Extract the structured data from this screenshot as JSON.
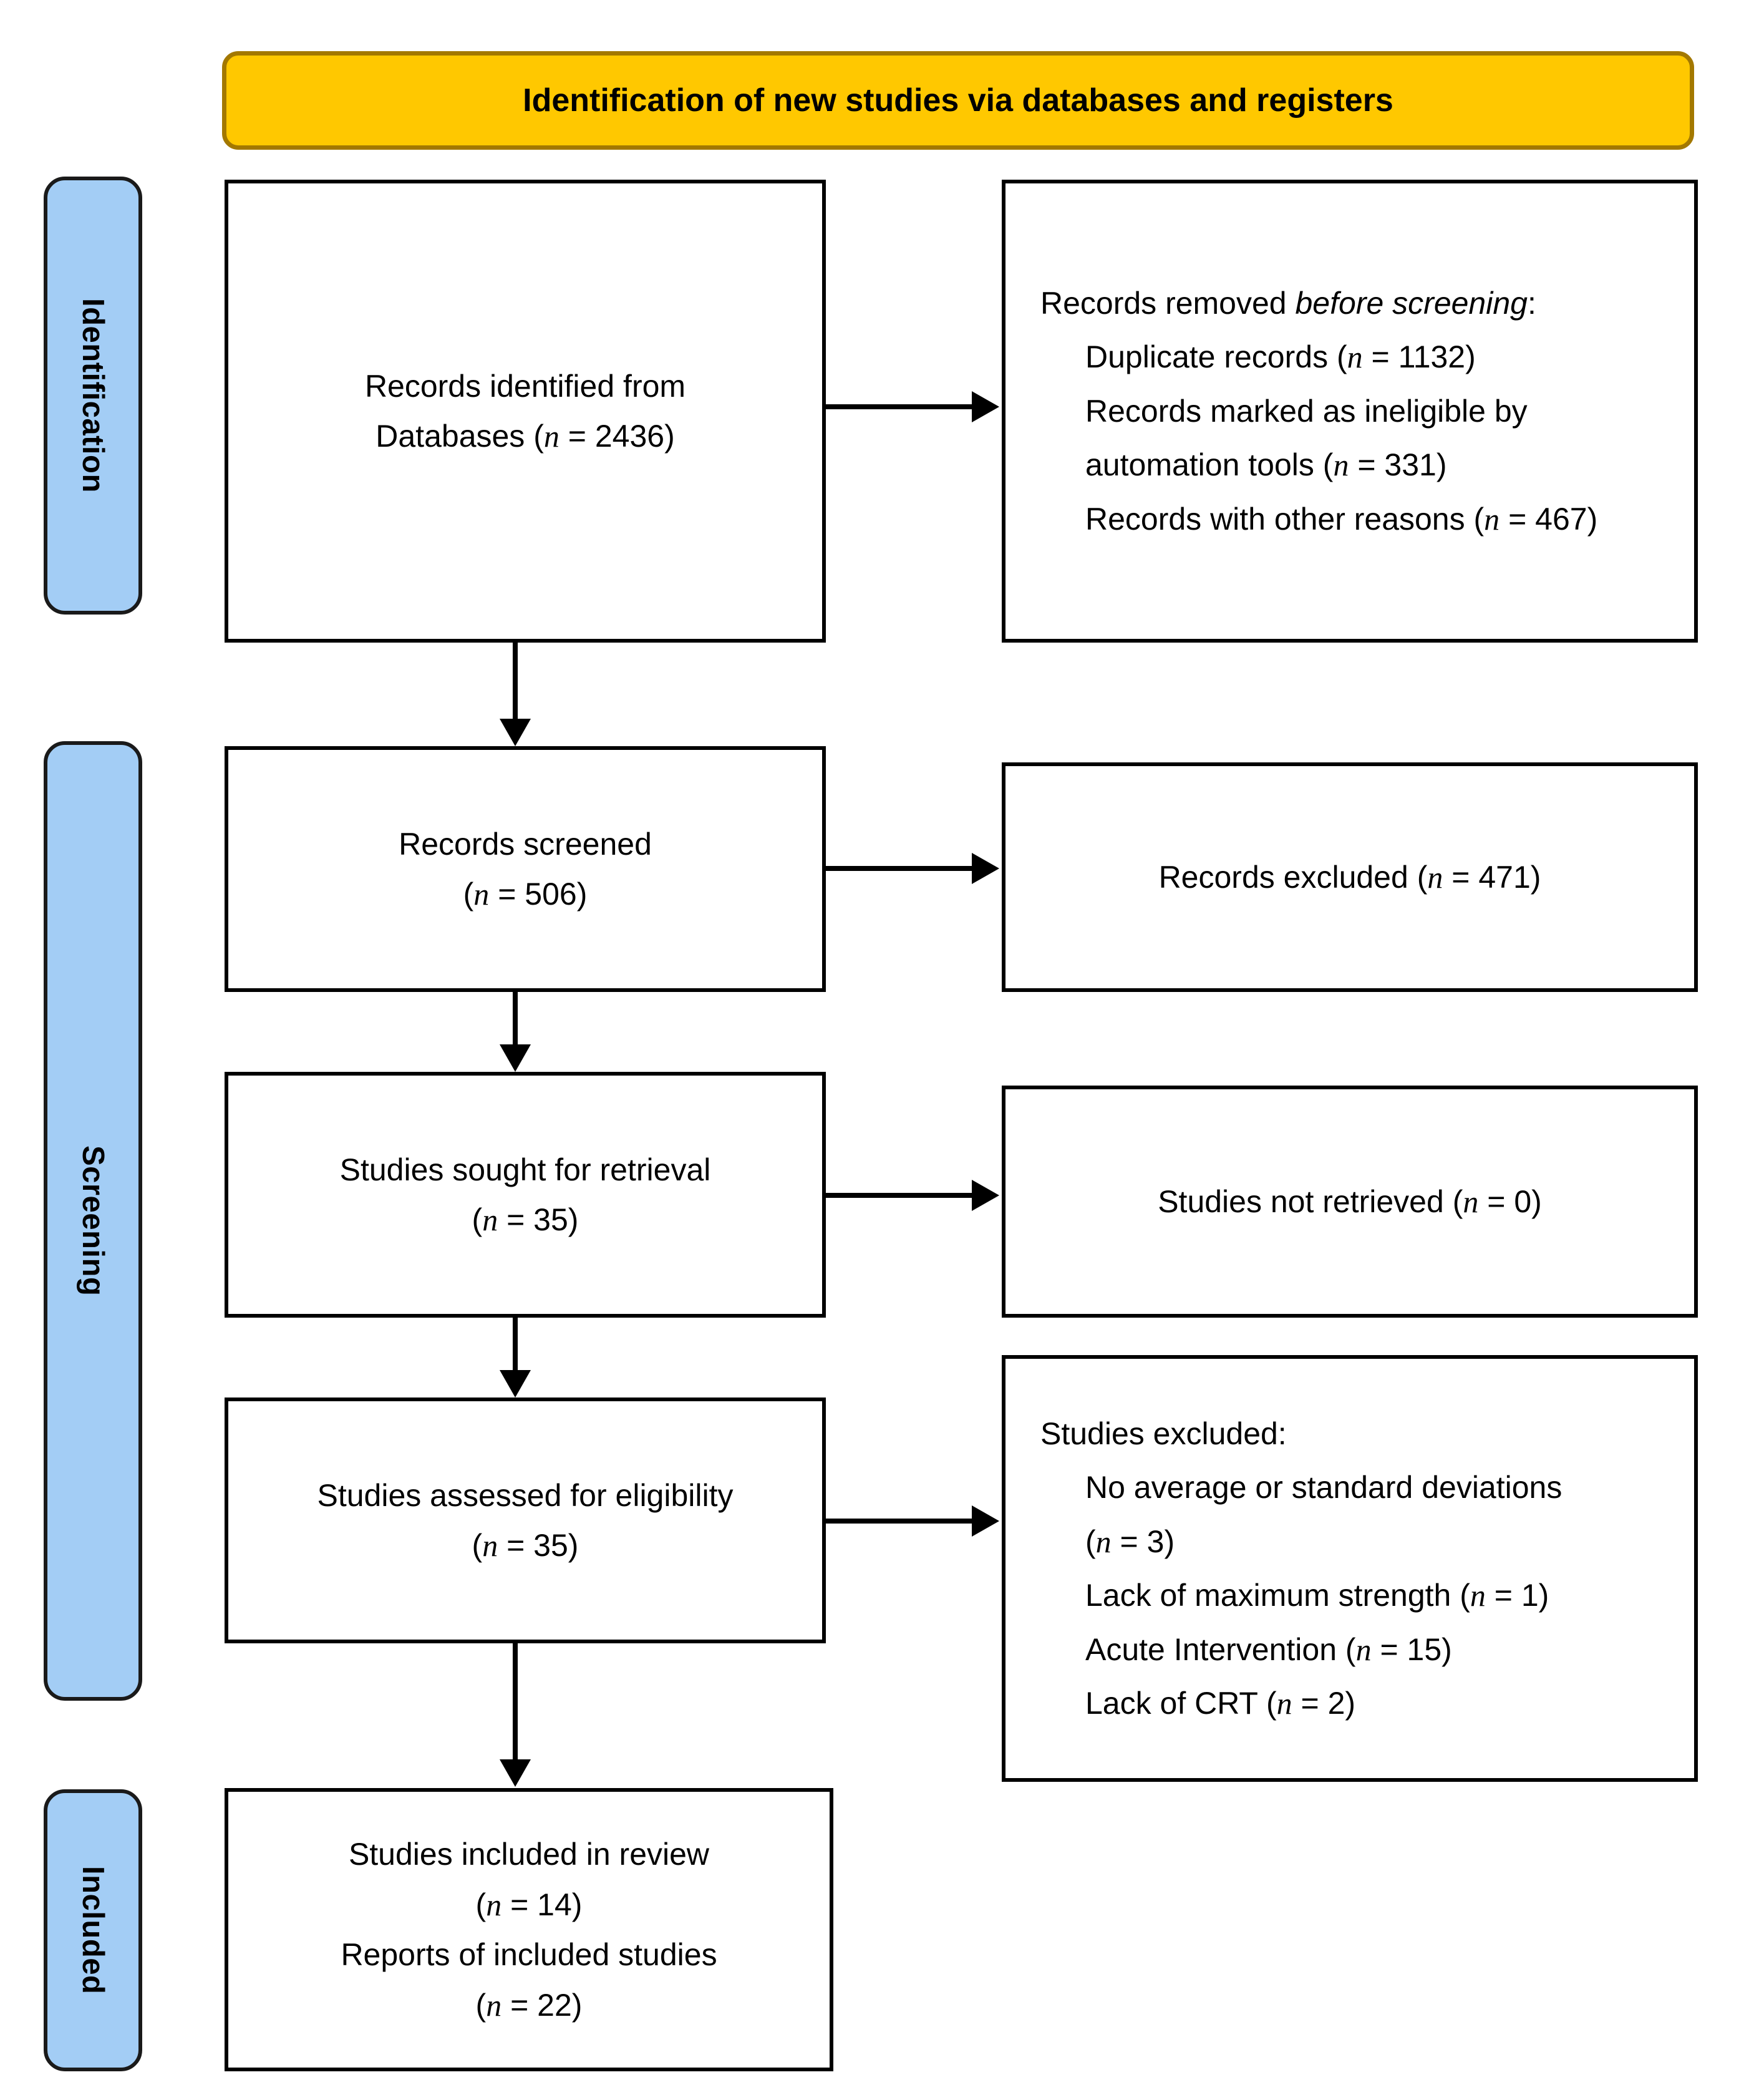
{
  "banner": {
    "title": "Identification of new studies via databases and registers",
    "bg_color": "#FFC800",
    "border_color": "#A37800"
  },
  "phases": {
    "bar_color": "#A3CDF5",
    "items": [
      {
        "label": "Identification"
      },
      {
        "label": "Screening"
      },
      {
        "label": "Included"
      }
    ]
  },
  "boxes": {
    "identified": {
      "line1": "Records identified from",
      "line2_prefix": "Databases (",
      "line2_var": "n",
      "line2_suffix": " = 2436)"
    },
    "removed": {
      "heading_prefix": "Records removed ",
      "heading_italic": "before screening",
      "heading_suffix": ":",
      "item1_prefix": "Duplicate records (",
      "item1_var": "n",
      "item1_suffix": " = 1132)",
      "item2a": "Records marked as ineligible by",
      "item2b_prefix": "automation tools (",
      "item2b_var": "n",
      "item2b_suffix": " = 331)",
      "item3_prefix": "Records with other reasons (",
      "item3_var": "n",
      "item3_suffix": " = 467)"
    },
    "screened": {
      "line1": "Records screened",
      "line2_prefix": "(",
      "line2_var": "n",
      "line2_suffix": " = 506)"
    },
    "records_excluded": {
      "line1_prefix": "Records excluded (",
      "line1_var": "n",
      "line1_suffix": " = 471)"
    },
    "sought": {
      "line1": "Studies sought for retrieval",
      "line2_prefix": "(",
      "line2_var": "n",
      "line2_suffix": " = 35)"
    },
    "not_retrieved": {
      "line1_prefix": "Studies not retrieved (",
      "line1_var": "n",
      "line1_suffix": " = 0)"
    },
    "assessed": {
      "line1": "Studies assessed for eligibility",
      "line2_prefix": "(",
      "line2_var": "n",
      "line2_suffix": " = 35)"
    },
    "studies_excluded": {
      "heading": "Studies excluded:",
      "item1a": "No average or standard deviations",
      "item1b_prefix": "(",
      "item1b_var": "n",
      "item1b_suffix": " = 3)",
      "item2_prefix": "Lack of maximum strength (",
      "item2_var": "n",
      "item2_suffix": " = 1)",
      "item3_prefix": "Acute Intervention (",
      "item3_var": "n",
      "item3_suffix": " = 15)",
      "item4_prefix": "Lack of CRT (",
      "item4_var": "n",
      "item4_suffix": " = 2)"
    },
    "included": {
      "line1": "Studies included in review",
      "line2_prefix": "(",
      "line2_var": "n",
      "line2_suffix": " = 14)",
      "line3": "Reports of included studies",
      "line4_prefix": "(",
      "line4_var": "n",
      "line4_suffix": " = 22)"
    }
  },
  "chart_data": {
    "type": "diagram",
    "title": "Identification of new studies via databases and registers",
    "nodes": [
      {
        "id": "identified",
        "phase": "Identification",
        "label": "Records identified from Databases",
        "n": 2436
      },
      {
        "id": "removed",
        "phase": "Identification",
        "label": "Records removed before screening",
        "items": [
          {
            "label": "Duplicate records",
            "n": 1132
          },
          {
            "label": "Records marked as ineligible by automation tools",
            "n": 331
          },
          {
            "label": "Records with other reasons",
            "n": 467
          }
        ]
      },
      {
        "id": "screened",
        "phase": "Screening",
        "label": "Records screened",
        "n": 506
      },
      {
        "id": "records_excluded",
        "phase": "Screening",
        "label": "Records excluded",
        "n": 471
      },
      {
        "id": "sought",
        "phase": "Screening",
        "label": "Studies sought for retrieval",
        "n": 35
      },
      {
        "id": "not_retrieved",
        "phase": "Screening",
        "label": "Studies not retrieved",
        "n": 0
      },
      {
        "id": "assessed",
        "phase": "Screening",
        "label": "Studies assessed for eligibility",
        "n": 35
      },
      {
        "id": "studies_excluded",
        "phase": "Screening",
        "label": "Studies excluded",
        "items": [
          {
            "label": "No average or standard deviations",
            "n": 3
          },
          {
            "label": "Lack of maximum strength",
            "n": 1
          },
          {
            "label": "Acute Intervention",
            "n": 15
          },
          {
            "label": "Lack of CRT",
            "n": 2
          }
        ]
      },
      {
        "id": "included",
        "phase": "Included",
        "label": "Studies included in review",
        "n": 14
      },
      {
        "id": "included_reports",
        "phase": "Included",
        "label": "Reports of included studies",
        "n": 22
      }
    ],
    "edges": [
      {
        "from": "identified",
        "to": "removed",
        "direction": "right"
      },
      {
        "from": "identified",
        "to": "screened",
        "direction": "down"
      },
      {
        "from": "screened",
        "to": "records_excluded",
        "direction": "right"
      },
      {
        "from": "screened",
        "to": "sought",
        "direction": "down"
      },
      {
        "from": "sought",
        "to": "not_retrieved",
        "direction": "right"
      },
      {
        "from": "sought",
        "to": "assessed",
        "direction": "down"
      },
      {
        "from": "assessed",
        "to": "studies_excluded",
        "direction": "right"
      },
      {
        "from": "assessed",
        "to": "included",
        "direction": "down"
      }
    ]
  }
}
